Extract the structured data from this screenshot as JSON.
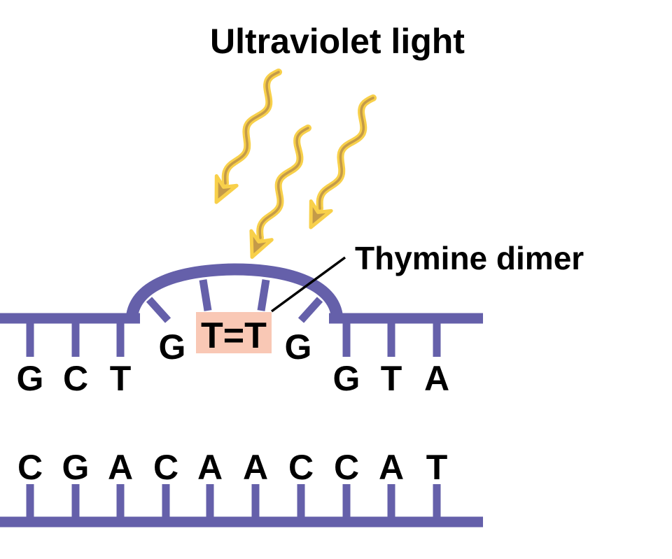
{
  "title": "Ultraviolet light",
  "dimer_label": "Thymine dimer",
  "dimer_text": "T=T",
  "upper_strand": {
    "left_bases": [
      "G",
      "C",
      "T"
    ],
    "bulge_bases": [
      "G",
      "G"
    ],
    "right_bases": [
      "G",
      "T",
      "A"
    ]
  },
  "lower_strand": {
    "bases": [
      "C",
      "G",
      "A",
      "C",
      "A",
      "A",
      "C",
      "C",
      "A",
      "T"
    ]
  },
  "colors": {
    "strand": "#6560aa",
    "uv_outer": "#f8d04a",
    "uv_inner": "#c49a48",
    "dimer_box": "#f9c8b5"
  }
}
